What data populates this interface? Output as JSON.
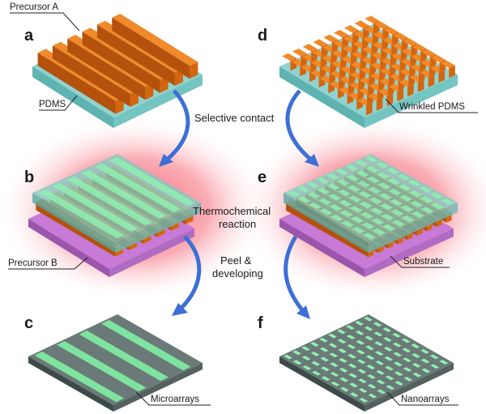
{
  "panels": {
    "a": "a",
    "b": "b",
    "c": "c",
    "d": "d",
    "e": "e",
    "f": "f"
  },
  "labels": {
    "precursor_a": "Precursor A",
    "pdms": "PDMS",
    "wrinkled_pdms": "Wrinkled PDMS",
    "precursor_b": "Precursor B",
    "substrate": "Substrate",
    "microarrays": "Microarrays",
    "nanoarrays": "Nanoarrays"
  },
  "steps": {
    "selective_contact": "Selective contact",
    "thermochemical_line1": "Thermochemical",
    "thermochemical_line2": "reaction",
    "peel_line1": "Peel &",
    "peel_line2": "developing"
  },
  "colors": {
    "orange": "#e8751a",
    "cyan": "#8fd3d0",
    "green": "#7fe3a0",
    "magenta": "#c77ad6",
    "gray": "#5a6a6a",
    "glow": "#f06a7a",
    "arrow": "#3d6fd6"
  }
}
